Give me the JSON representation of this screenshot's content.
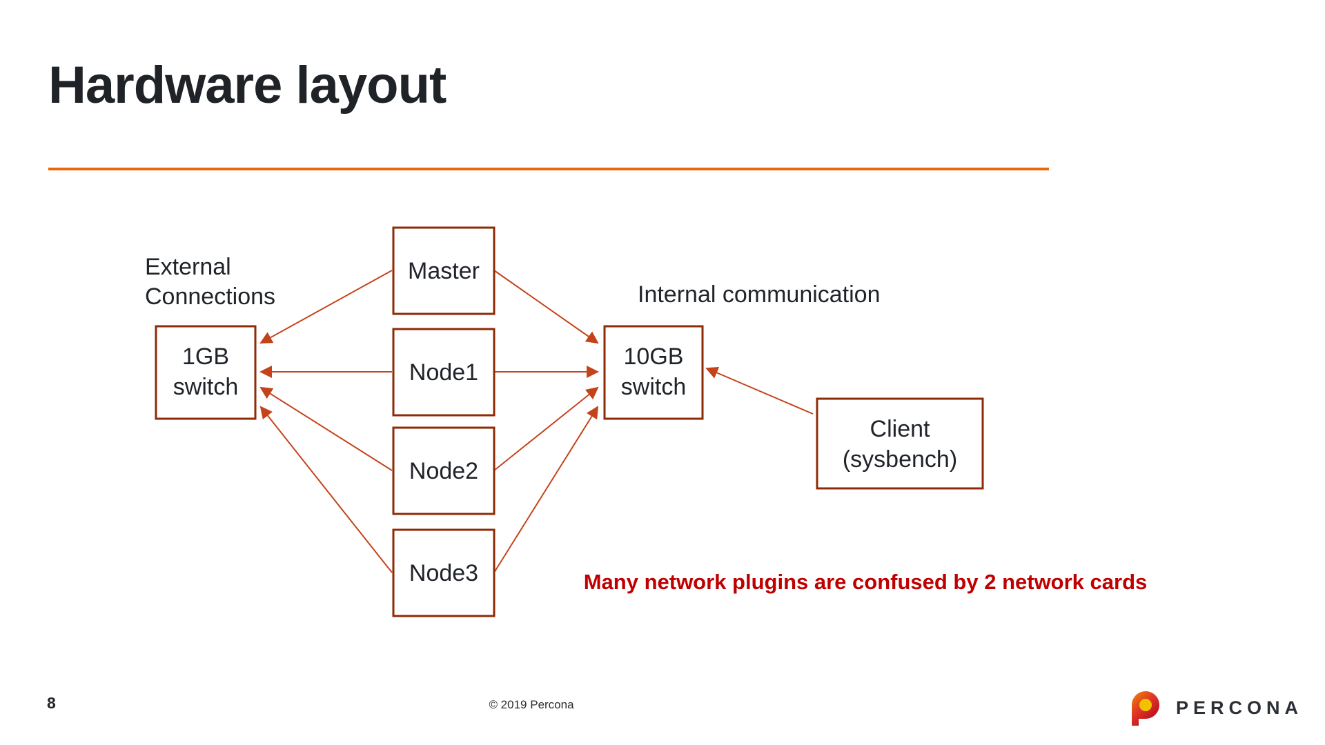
{
  "slide": {
    "title": "Hardware layout",
    "accent_color": "#ec6608",
    "title_color": "#1f2328"
  },
  "diagram": {
    "box_border_color": "#8e2a04",
    "arrow_color": "#c4431a",
    "labels": {
      "external_line1": "External",
      "external_line2": "Connections",
      "internal": "Internal communication"
    },
    "boxes": [
      {
        "id": "switch-1gb",
        "line1": "1GB",
        "line2": "switch"
      },
      {
        "id": "master",
        "line1": "Master",
        "line2": ""
      },
      {
        "id": "node1",
        "line1": "Node1",
        "line2": ""
      },
      {
        "id": "node2",
        "line1": "Node2",
        "line2": ""
      },
      {
        "id": "node3",
        "line1": "Node3",
        "line2": ""
      },
      {
        "id": "switch-10gb",
        "line1": "10GB",
        "line2": "switch"
      },
      {
        "id": "client",
        "line1": "Client",
        "line2": "(sysbench)"
      }
    ],
    "warning": {
      "text": "Many network plugins are confused by 2 network cards",
      "color": "#c00000"
    }
  },
  "footer": {
    "page_number": "8",
    "copyright": "© 2019 Percona",
    "brand": "PERCONA"
  }
}
